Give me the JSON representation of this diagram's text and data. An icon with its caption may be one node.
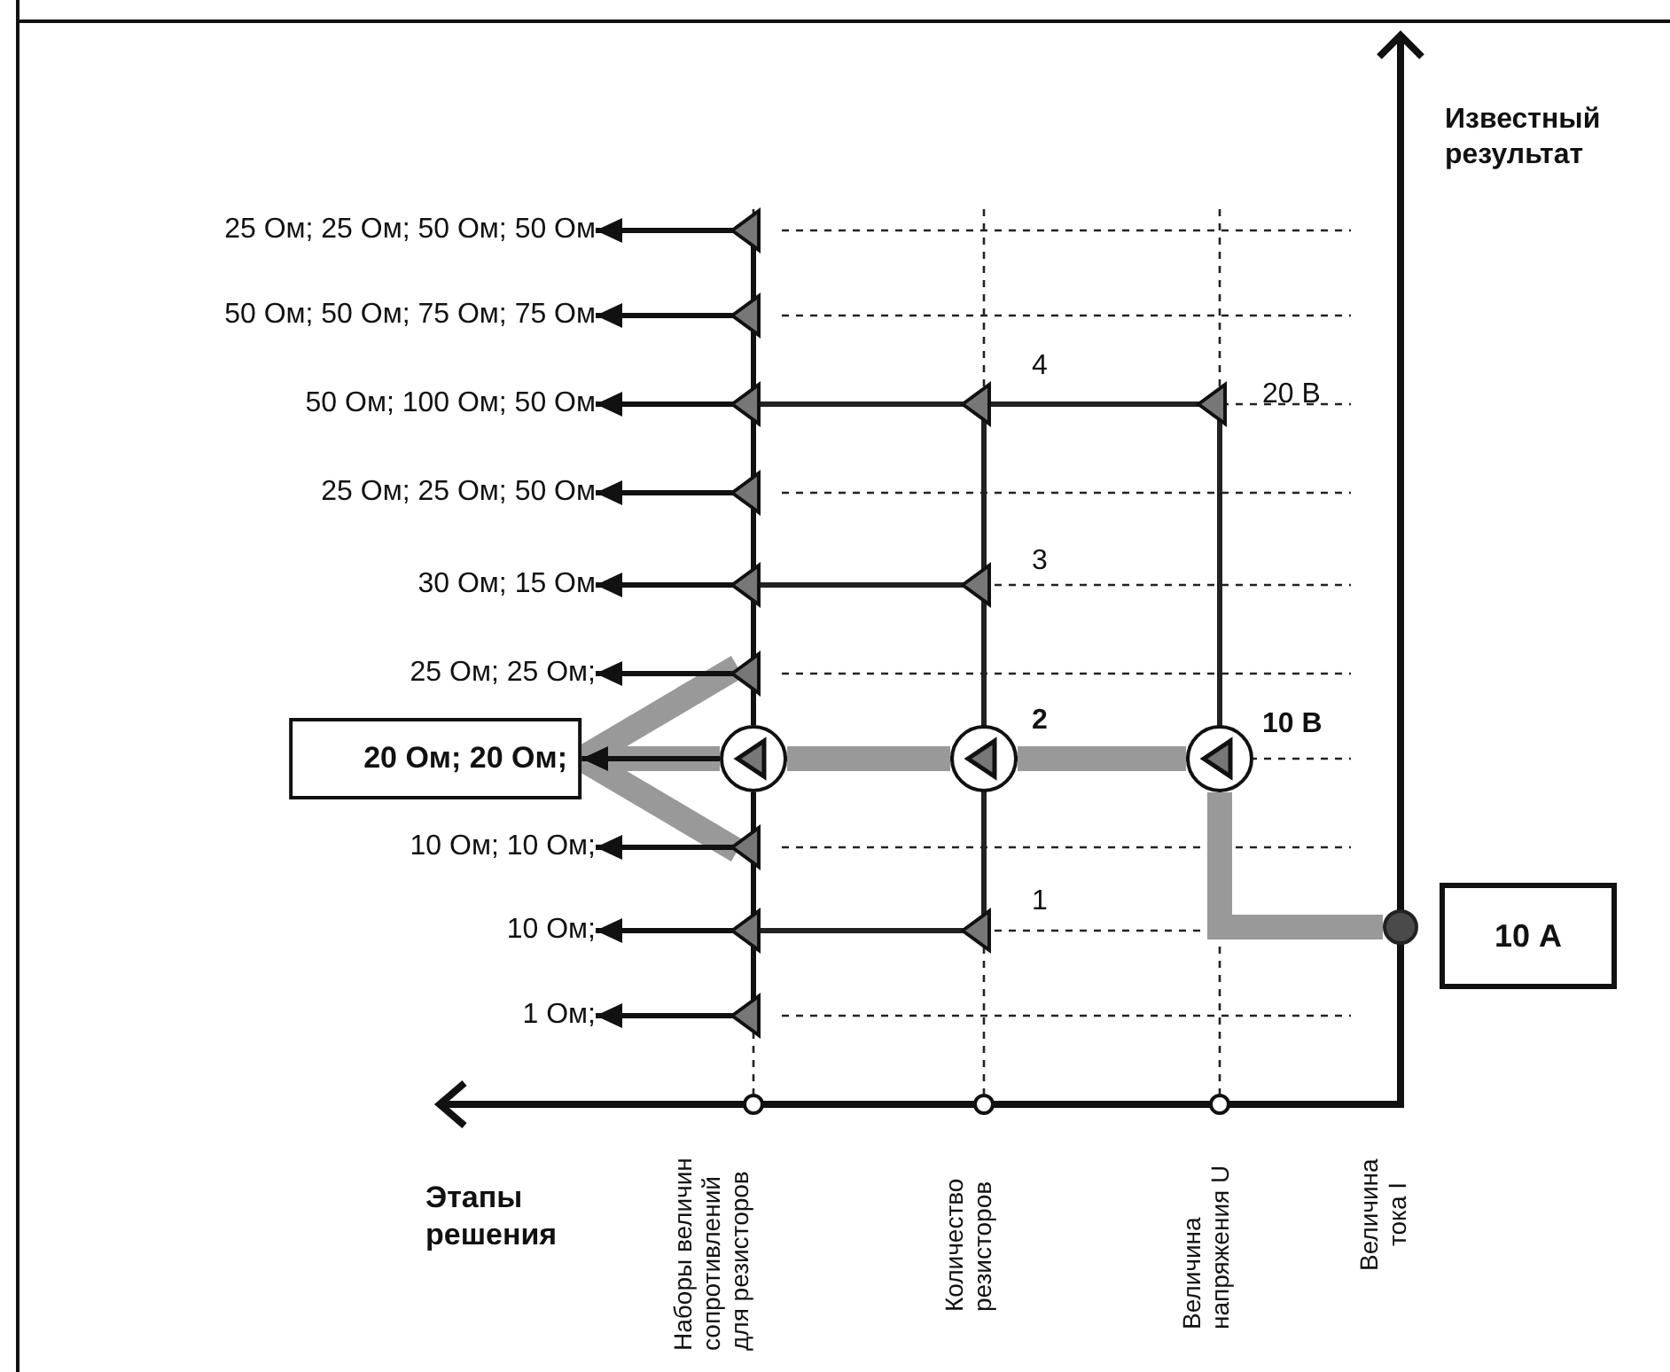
{
  "diagram": {
    "nodes": [
      {
        "text": [
          "25 Ом; 25 Ом; 50 Ом; 50 Ом"
        ]
      },
      {
        "text": [
          "50 Ом; 50 Ом; 75 Ом; 75 Ом"
        ]
      },
      {
        "text": [
          "50 Ом; 100 Ом; 50 Ом"
        ]
      },
      {
        "text": [
          "25 Ом; 25 Ом; 50 Ом"
        ]
      },
      {
        "text": [
          "30 Ом; 15 Ом"
        ]
      },
      {
        "text": [
          "25 Ом; 25 Ом;"
        ]
      },
      {
        "text": [
          "20 Ом; 20 Ом;"
        ]
      },
      {
        "text": [
          "10 Ом; 10 Ом;"
        ]
      },
      {
        "text": [
          "10 Ом;"
        ]
      },
      {
        "text": [
          "1 Ом;"
        ]
      },
      {
        "text": [
          "10 А"
        ]
      },
      {
        "text": [],
        "shape": "circle"
      },
      {
        "text": [],
        "shape": "circle"
      },
      {
        "text": [],
        "shape": "circle"
      },
      {
        "text": [],
        "shape": "circle",
        "beside": [
          "10 В"
        ]
      }
    ],
    "edges": [
      {
        "from": 12,
        "to": 0,
        "arrow": "to"
      },
      {
        "from": 12,
        "to": 1,
        "arrow": "to"
      },
      {
        "from": 12,
        "to": 2,
        "arrow": "to"
      },
      {
        "from": 12,
        "to": 3,
        "arrow": "to"
      },
      {
        "from": 12,
        "to": 4,
        "arrow": "to"
      },
      {
        "from": 12,
        "to": 5,
        "arrow": "to"
      },
      {
        "from": 12,
        "to": 6,
        "arrow": "to"
      },
      {
        "from": 12,
        "to": 7,
        "arrow": "to"
      },
      {
        "from": 12,
        "to": 8,
        "arrow": "to"
      },
      {
        "from": 12,
        "to": 9,
        "arrow": "to"
      },
      {
        "from": 11,
        "to": 14,
        "arrow": "none",
        "style": "thick",
        "color": "#999999"
      },
      {
        "from": 14,
        "to": 13,
        "arrow": "none",
        "style": "thick",
        "color": "#999999"
      },
      {
        "from": 13,
        "to": 12,
        "arrow": "none",
        "style": "thick",
        "color": "#999999"
      },
      {
        "from": 12,
        "to": 6,
        "arrow": "to",
        "style": "thick",
        "color": "#999999"
      }
    ],
    "labels": [
      "Известный результат",
      "4",
      "20 В",
      "3",
      "2",
      "1",
      "Этапы решения",
      "Наборы величин сопротивлений для резисторов",
      "Количество резисторов",
      "Величина напряжения U",
      "Величина тока I"
    ]
  }
}
